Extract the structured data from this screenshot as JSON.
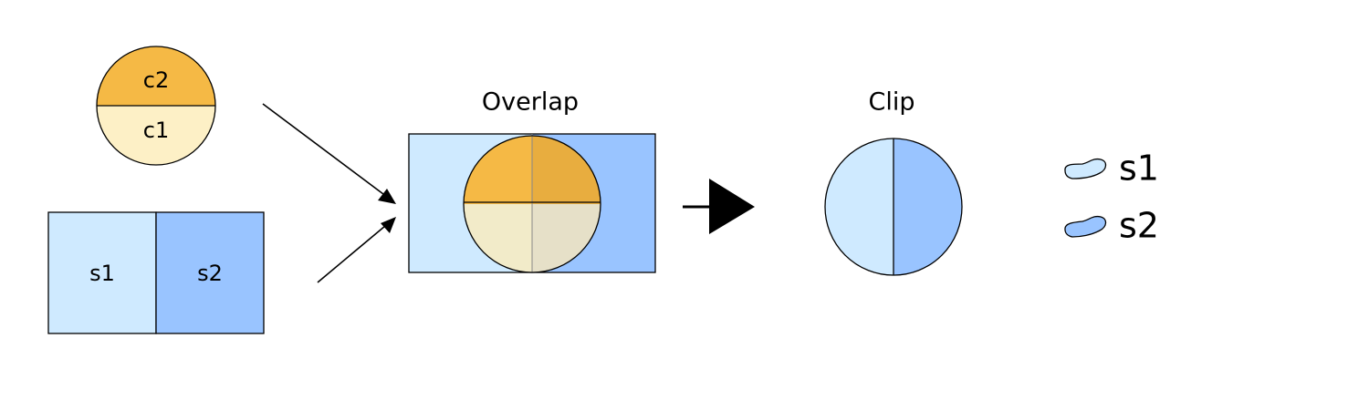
{
  "colors": {
    "s1": "#cfeaff",
    "s2": "#99c4ff",
    "c1": "#fdf0c6",
    "c2": "#f5b945",
    "overlap_c1_s1": "#f2ebc9",
    "overlap_c1_s2": "#e6e0c8",
    "overlap_c2_s1": "#f5b945",
    "overlap_c2_s2": "#e8ad3f"
  },
  "inputs": {
    "circle": {
      "top_label": "c2",
      "bottom_label": "c1"
    },
    "rectangle": {
      "left_label": "s1",
      "right_label": "s2"
    }
  },
  "overlap": {
    "title": "Overlap"
  },
  "clip": {
    "title": "Clip"
  },
  "legend": {
    "items": [
      {
        "label": "s1",
        "color": "#cfeaff"
      },
      {
        "label": "s2",
        "color": "#99c4ff"
      }
    ]
  }
}
